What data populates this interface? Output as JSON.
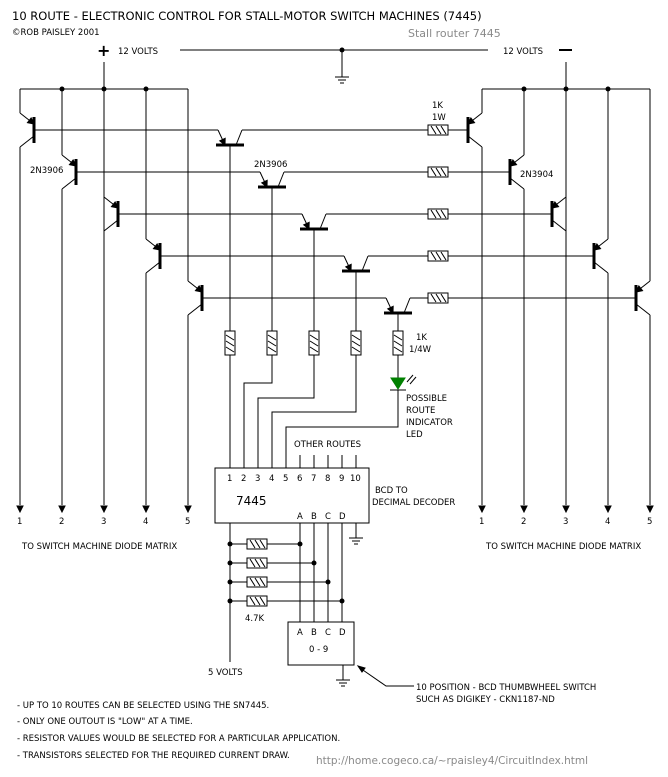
{
  "title": "10 ROUTE - ELECTRONIC CONTROL FOR STALL-MOTOR SWITCH MACHINES (7445)",
  "copyright": "©ROB PAISLEY 2001",
  "subtitle": "Stall router 7445",
  "supply": {
    "plus_symbol": "+",
    "plus_label": "12 VOLTS",
    "minus_label": "12 VOLTS",
    "minus_symbol": "—"
  },
  "transistor_labels": {
    "left": "2N3906",
    "middle": "2N3906",
    "right": "2N3904"
  },
  "resistor_labels": {
    "power_value": "1K",
    "power_rating": "1W",
    "led_value": "1K",
    "led_rating": "1/4W",
    "pullup": "4.7K"
  },
  "led": {
    "label": [
      "POSSIBLE",
      "ROUTE",
      "INDICATOR",
      "LED"
    ],
    "color": "#008000"
  },
  "decoder": {
    "chip": "7445",
    "other_routes": "OTHER ROUTES",
    "pins": [
      "1",
      "2",
      "3",
      "4",
      "5",
      "6",
      "7",
      "8",
      "9",
      "10"
    ],
    "inputs": [
      "A",
      "B",
      "C",
      "D"
    ],
    "description": [
      "BCD  TO",
      "DECIMAL DECODER"
    ]
  },
  "outputs": {
    "left": [
      "1",
      "2",
      "3",
      "4",
      "5"
    ],
    "right": [
      "1",
      "2",
      "3",
      "4",
      "5"
    ],
    "left_label": "TO SWITCH MACHINE DIODE MATRIX",
    "right_label": "TO SWITCH MACHINE DIODE MATRIX"
  },
  "thumbwheel": {
    "inputs": [
      "A",
      "B",
      "C",
      "D"
    ],
    "range": "0 - 9",
    "description": [
      "10 POSITION - BCD THUMBWHEEL SWITCH",
      "SUCH AS DIGIKEY - CKN1187-ND"
    ]
  },
  "five_volts": "5 VOLTS",
  "notes": [
    "- UP TO 10 ROUTES CAN BE SELECTED USING THE SN7445.",
    "- ONLY ONE OUTOUT IS \"LOW\" AT A TIME.",
    "- RESISTOR VALUES WOULD BE SELECTED FOR A PARTICULAR APPLICATION.",
    "- TRANSISTORS SELECTED FOR THE REQUIRED CURRENT DRAW."
  ],
  "url": "http://home.cogeco.ca/~rpaisley4/CircuitIndex.html"
}
